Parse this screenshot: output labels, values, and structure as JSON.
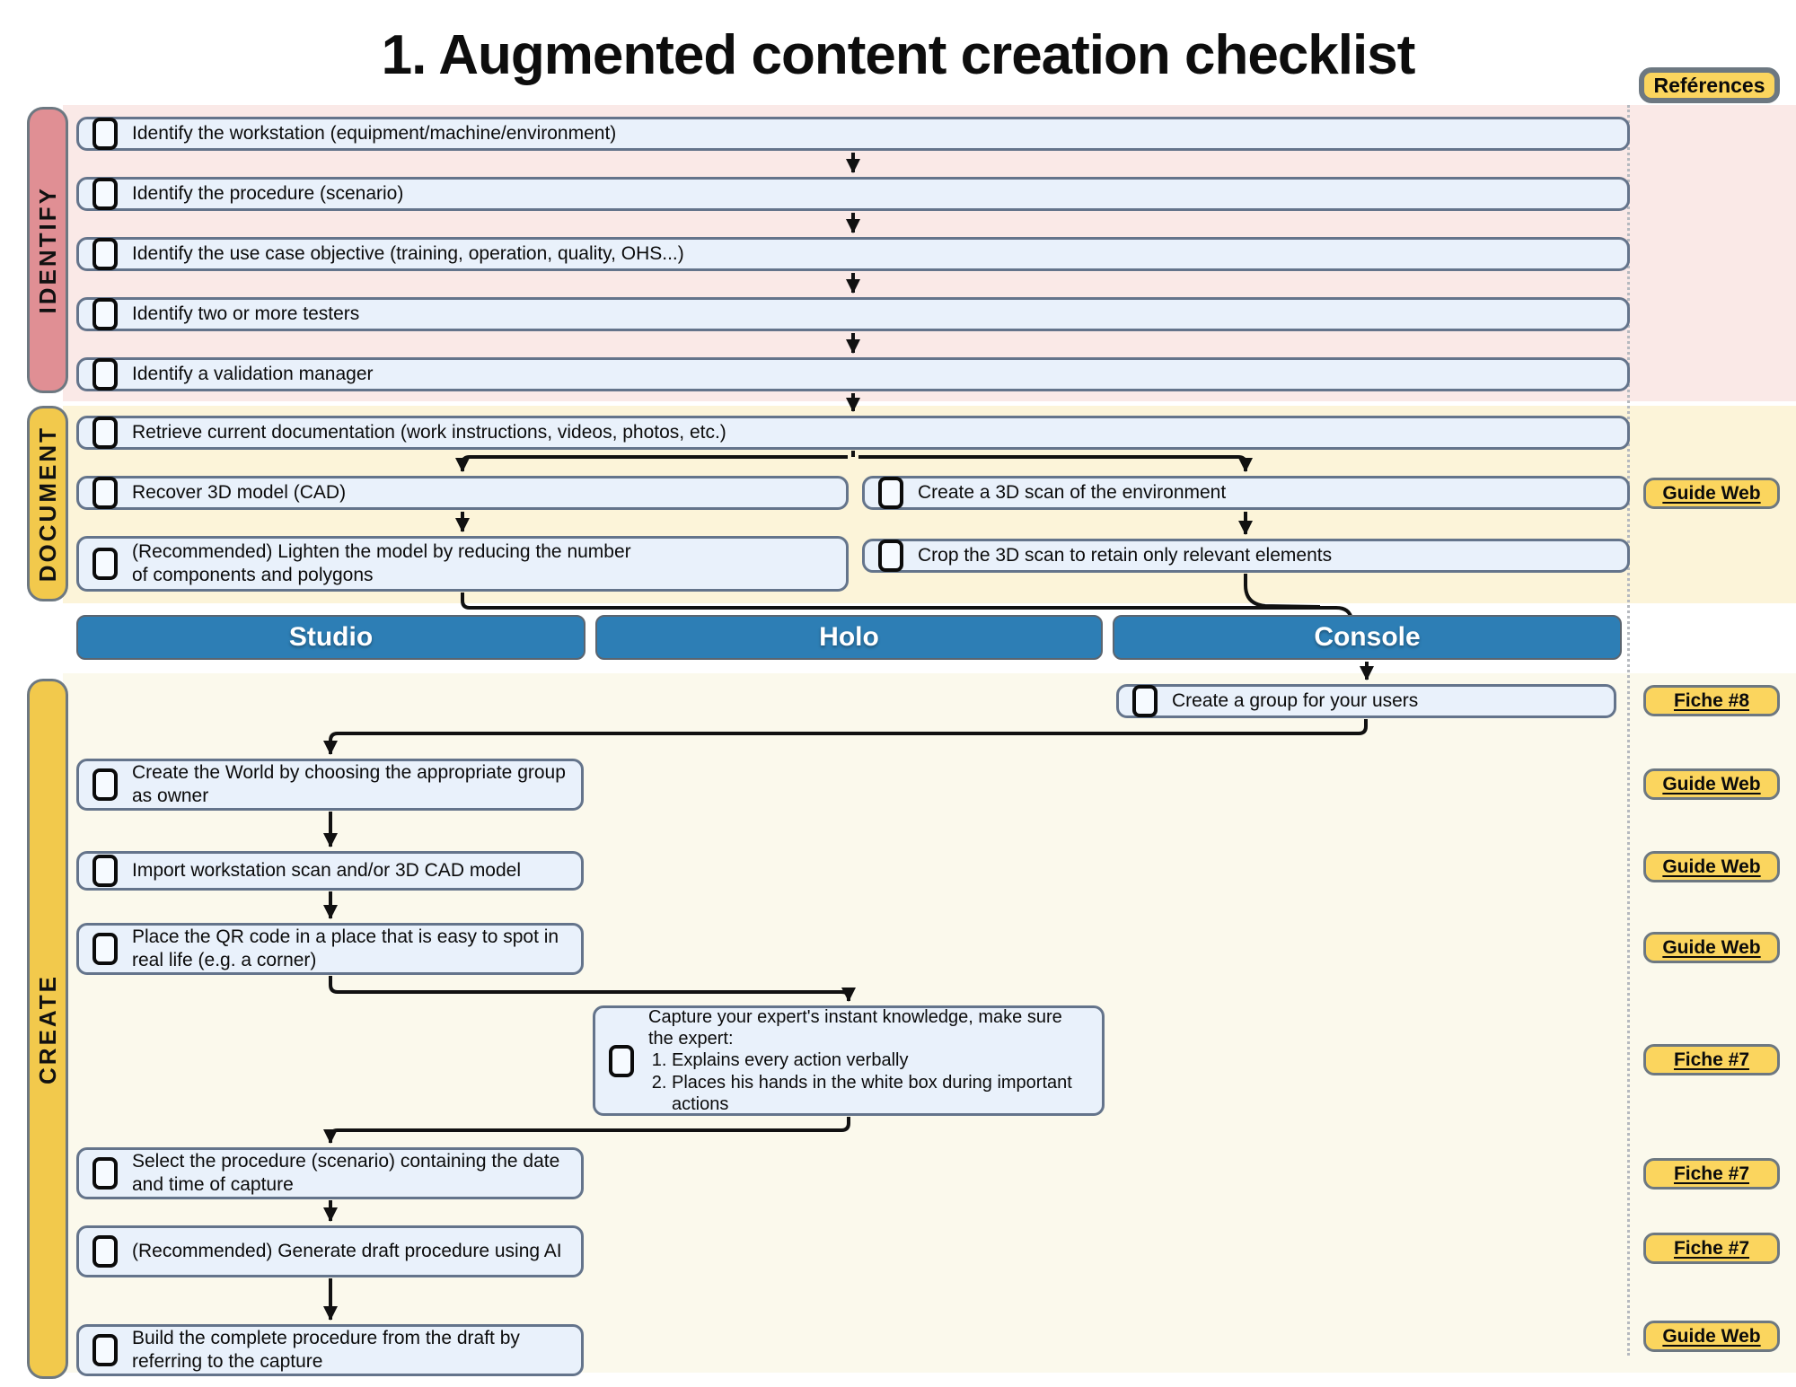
{
  "title": "1. Augmented content creation checklist",
  "references": {
    "header": "Reférences",
    "doc_scan": "Guide Web",
    "group": "Fiche #8",
    "world": "Guide Web",
    "import": "Guide Web",
    "qr": "Guide Web",
    "capture": "Fiche #7",
    "select": "Fiche #7",
    "draft": "Fiche #7",
    "build": "Guide Web"
  },
  "sections": {
    "identify": {
      "label": "IDENTIFY",
      "items": [
        "Identify the workstation (equipment/machine/environment)",
        "Identify the procedure (scenario)",
        "Identify the use case objective (training, operation, quality, OHS...)",
        "Identify two or more testers",
        "Identify a validation manager"
      ]
    },
    "document": {
      "label": "DOCUMENT",
      "retrieve": "Retrieve current documentation (work instructions, videos, photos, etc.)",
      "recover": "Recover 3D model (CAD)",
      "scan": "Create a 3D scan of the environment",
      "lighten": "(Recommended) Lighten the model by reducing the number of components and polygons",
      "crop": "Crop the 3D scan to retain only relevant elements"
    },
    "create": {
      "label": "CREATE",
      "group": "Create a group for your users",
      "world": "Create the World by choosing the appropriate group as owner",
      "import": "Import workstation scan and/or 3D CAD model",
      "qr": "Place the QR code in a place that is easy to spot in real life (e.g. a corner)",
      "capture_intro": "Capture your expert's instant knowledge, make sure the expert:",
      "capture_steps": [
        "Explains every action verbally",
        "Places his hands in the white box during important actions"
      ],
      "select": "Select the procedure (scenario) containing the date and time of capture",
      "draft": "(Recommended) Generate draft procedure using AI",
      "build": "Build the complete procedure from the draft by referring to the capture"
    }
  },
  "apps": {
    "studio": "Studio",
    "holo": "Holo",
    "console": "Console"
  },
  "colors": {
    "identify_tab": "#e08f94",
    "identify_bg": "#fae9e7",
    "document_bg": "#fcf4d9",
    "create_bg": "#fbf9ec",
    "yellow_tab": "#f2c94c",
    "ref_button": "#fbd55e",
    "app_button_blue": "#2d7eb5",
    "item_fill": "#e9f1fb",
    "item_border": "#64748b"
  }
}
